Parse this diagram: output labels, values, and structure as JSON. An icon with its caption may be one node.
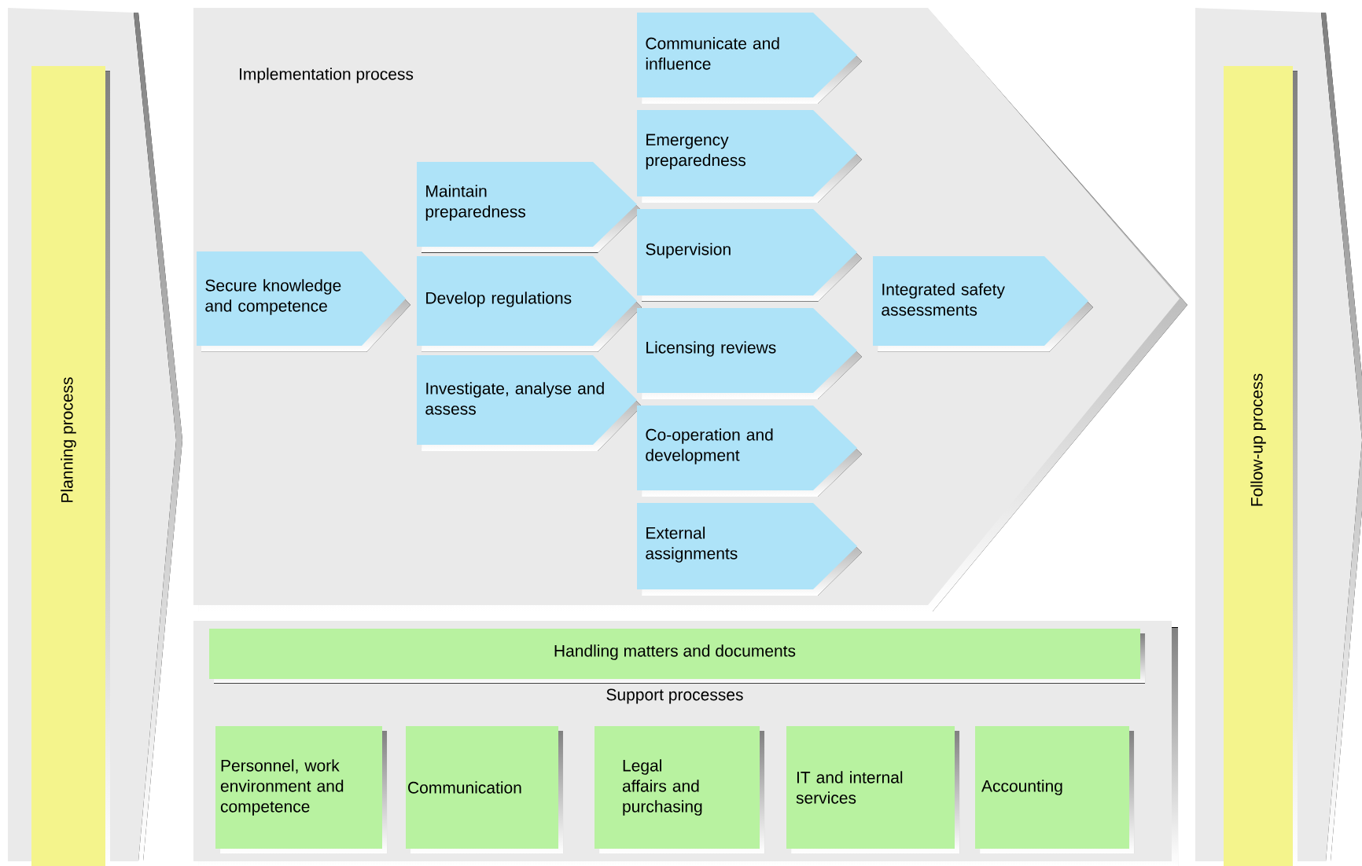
{
  "diagram": {
    "nodes": [
      {
        "text": [
          "Planning process"
        ]
      },
      {
        "text": [
          "Implementation process"
        ]
      },
      {
        "text": [
          "Secure knowledge and competence"
        ],
        "in": 1
      },
      {
        "text": [
          "Maintain preparedness"
        ],
        "in": 1
      },
      {
        "text": [
          "Develop regulations"
        ],
        "in": 1
      },
      {
        "text": [
          "Investigate, analyse and assess"
        ],
        "in": 1
      },
      {
        "text": [
          "Communicate and influence"
        ],
        "in": 1
      },
      {
        "text": [
          "Emergency preparedness"
        ],
        "in": 1
      },
      {
        "text": [
          "Supervision"
        ],
        "in": 1
      },
      {
        "text": [
          "Licensing reviews"
        ],
        "in": 1
      },
      {
        "text": [
          "Co-operation and development"
        ],
        "in": 1
      },
      {
        "text": [
          "External assignments"
        ],
        "in": 1
      },
      {
        "text": [
          "Integrated safety assessments"
        ],
        "in": 1
      },
      {
        "text": [
          "Support processes"
        ]
      },
      {
        "text": [
          "Handling matters and documents"
        ],
        "in": 13
      },
      {
        "text": [
          "Personnel, work environment and competence"
        ],
        "in": 13
      },
      {
        "text": [
          "Communication"
        ],
        "in": 13
      },
      {
        "text": [
          "Legal affairs and purchasing"
        ],
        "in": 13
      },
      {
        "text": [
          "IT and internal services"
        ],
        "in": 13
      },
      {
        "text": [
          "Accounting"
        ],
        "in": 13
      },
      {
        "text": [
          "Follow-up process"
        ]
      }
    ]
  }
}
